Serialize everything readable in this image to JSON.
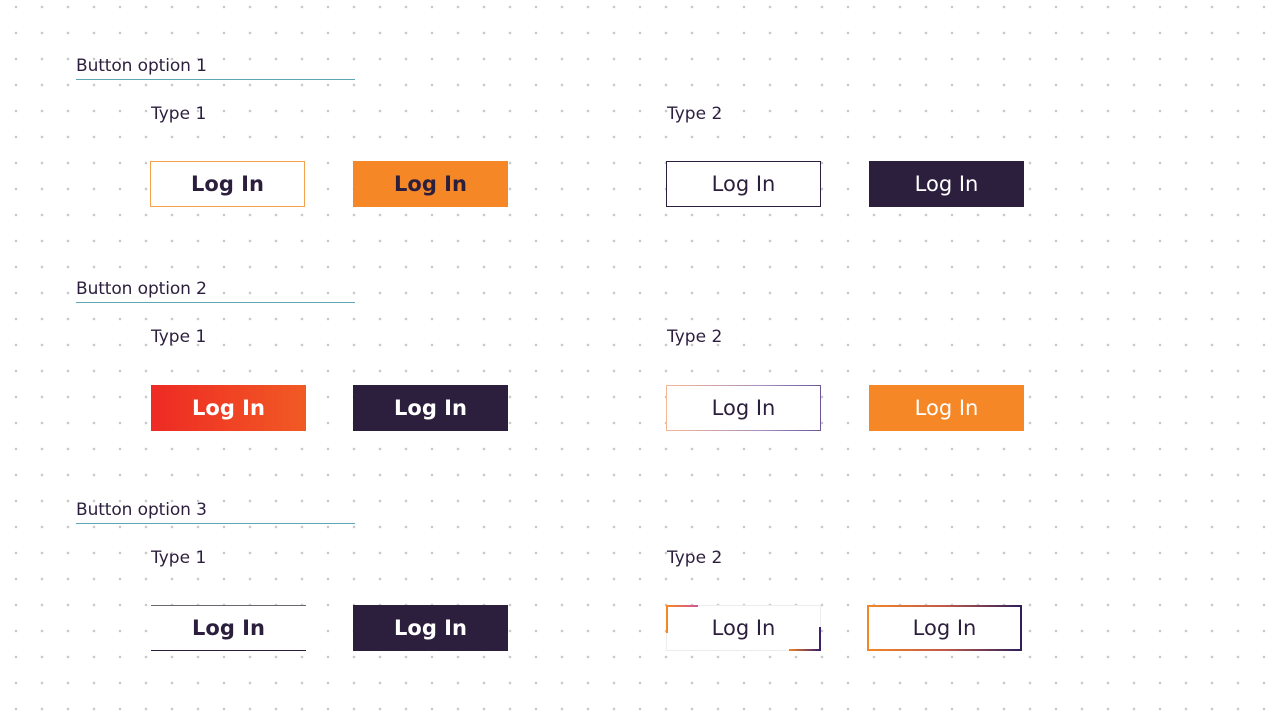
{
  "colors": {
    "orange": "#f58727",
    "dark_purple": "#2c1f3d",
    "red": "#ee2a24",
    "title_rule": "#5da6b4"
  },
  "sections": [
    {
      "title": "Button option 1",
      "type1_label": "Type 1",
      "type2_label": "Type 2",
      "buttons": [
        "Log In",
        "Log In",
        "Log In",
        "Log In"
      ]
    },
    {
      "title": "Button option 2",
      "type1_label": "Type 1",
      "type2_label": "Type 2",
      "buttons": [
        "Log In",
        "Log In",
        "Log In",
        "Log In"
      ]
    },
    {
      "title": "Button option 3",
      "type1_label": "Type 1",
      "type2_label": "Type 2",
      "buttons": [
        "Log In",
        "Log In",
        "Log In",
        "Log In"
      ]
    }
  ]
}
